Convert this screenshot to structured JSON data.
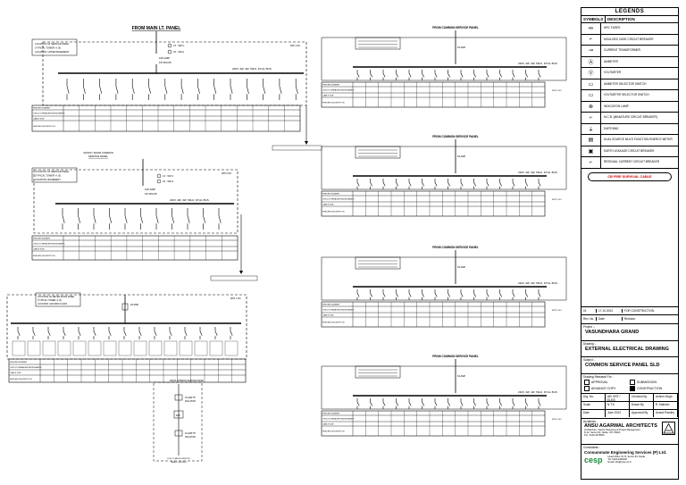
{
  "main_panel": {
    "title": "FROM MAIN LT. PANEL",
    "notes": [
      "LOCATION OF SERVICE PANEL",
      "(TYPICAL TOWER- A, B)",
      "LOCATION: UPPER BASEMENT"
    ],
    "meter_lines": [
      "1X - 500 V",
      "3X - 500 A"
    ],
    "incomer": [
      "100 AMP",
      "FP MCCB"
    ],
    "busbar": "230V, 3Ø, 4W, 50Hz, FP AL BUS",
    "tag": "SPP 1 NO."
  },
  "supply_panel": {
    "title": "SUPPLY FROM COMMON",
    "subtitle": "SERVICE PANEL",
    "notes": [
      "LOCATION OF SERVICE PANEL",
      "(TYPICAL TOWER- A, B)",
      "LOCATION: BASEMENT"
    ],
    "meter_lines": [
      "1X - 500 V",
      "3X - 500 A"
    ],
    "incomer": [
      "125 AMP",
      "FP MCCB"
    ],
    "busbar": "230V, 3Ø, 4W, 50Hz, FP AL BUS",
    "tag": "SPP 2 NO."
  },
  "floor_panel": {
    "notes": [
      "LOCATION OF METER ROOM PANEL",
      "(TYPICAL TOWER- A, B)",
      "LOCATION: GROUND FLOOR"
    ],
    "incomer": "25 AMP",
    "tag": "MTR 1 NO."
  },
  "isolator_stack": {
    "title": "FROM COMMON SERVICE PANEL",
    "upper": [
      "32 AMP TP",
      "ISOLATOR"
    ],
    "meter": "kWh",
    "lower": [
      "32 AMP TP",
      "ISOLATOR"
    ],
    "caption": [
      "FOR COMMON SERVICE",
      "PANEL LIGHTING"
    ]
  },
  "common_panels": [
    {
      "title": "FROM COMMON SERVICE PANEL",
      "busbar": "230V, 3Ø, 4W, 50Hz, FP AL BUS",
      "incomer": "63 AMP"
    },
    {
      "title": "FROM COMMON SERVICE PANEL",
      "busbar": "230V, 3Ø, 4W, 50Hz, FP AL BUS",
      "incomer": "63 AMP"
    },
    {
      "title": "FROM COMMON SERVICE PANEL",
      "busbar": "230V, 3Ø, 4W, 50Hz, FP AL BUS",
      "incomer": "63 AMP"
    },
    {
      "title": "FROM COMMON SERVICE PANEL",
      "busbar": "230V, 3Ø, 4W, 50Hz, FP AL BUS",
      "incomer": "63 AMP"
    }
  ],
  "feeder_row_labels": [
    "FEEDER NUMBER",
    "CIRCUIT BREAKER RATING/AMPS",
    "CABLE SIZE",
    "FEEDER DESCRIPTION"
  ],
  "legend": {
    "title": "LEGENDS",
    "col_symbol": "SYMBOLS",
    "col_desc": "DESCRIPTION",
    "items": [
      {
        "icon": "fuse-icon",
        "glyph": "⏛",
        "label": "HRC FUSES"
      },
      {
        "icon": "mccb-icon",
        "glyph": "⌐",
        "label": "MOULDED CASE CIRCUIT BREAKER"
      },
      {
        "icon": "ct-icon",
        "glyph": "⊸",
        "label": "CURRENT TRANSFORMER"
      },
      {
        "icon": "ammeter-icon",
        "glyph": "Ⓐ",
        "label": "AMMETER"
      },
      {
        "icon": "voltmeter-icon",
        "glyph": "Ⓥ",
        "label": "VOLTMETER"
      },
      {
        "icon": "ammeter-switch-icon",
        "glyph": "▭",
        "label": "AMMETER SELECTOR SWITCH"
      },
      {
        "icon": "voltmeter-switch-icon",
        "glyph": "▭",
        "label": "VOLTMETER SELECTOR SWITCH"
      },
      {
        "icon": "indicator-lamp-icon",
        "glyph": "⊗",
        "label": "INDICATION LAMP"
      },
      {
        "icon": "mcb-icon",
        "glyph": "⌐",
        "label": "M.C.B. (MINIATURE CIRCUIT BREAKER)"
      },
      {
        "icon": "earth-icon",
        "glyph": "⏚",
        "label": "EARTHING"
      },
      {
        "icon": "energy-meter-icon",
        "glyph": "▤",
        "label": "DUAL SOURCE MULTI FUNCTION ENERGY METER"
      },
      {
        "icon": "elcb-icon",
        "glyph": "▣",
        "label": "EARTH LEAKAGE CIRCUIT BREAKER"
      },
      {
        "icon": "rccb-icon",
        "glyph": "⌐",
        "label": "RESIDUAL CURRENT CIRCUIT BREAKER"
      }
    ],
    "fire_note": "CB FIRE SURVIVAL CABLE"
  },
  "title_block": {
    "revisions": [
      {
        "no": "01",
        "date": "17.10.2024",
        "desc": "FOR CONSTRUCTION"
      },
      {
        "no": "Rev. No.",
        "date": "Date",
        "desc": "Revision"
      }
    ],
    "project_label": "Project :-",
    "project": "VASUNDHARA GRAND",
    "drawing_label": "Drawing :-",
    "drawing": "EXTERNAL ELECTRICAL DRAWING",
    "subject_label": "Subject :-",
    "subject": "COMMON SERVICE PANEL SLD",
    "released_label": "Drawing Released For :",
    "release_options": [
      {
        "label": "APPROVAL",
        "checked": false
      },
      {
        "label": "SUBMISSION",
        "checked": false
      },
      {
        "label": "ADVANCE COPY",
        "checked": false
      },
      {
        "label": "CONSTRUCTION",
        "checked": true
      }
    ],
    "drg_no": [
      "Drg. No.",
      "AE/ GRT / ELE/5",
      "Checked By",
      "Ashish Singh"
    ],
    "scale_row": [
      "Scale",
      "N.T.S",
      "Drawn By",
      "R. Mahesh"
    ],
    "date_row": [
      "Date",
      "June 2024",
      "Approved By",
      "Anand Pandey"
    ],
    "architect_label": "Architects :",
    "architect": "ANSU AGARWAL ARCHITECTS",
    "architect_lines": [
      "Architecture, Interior Designing & Project Management",
      "D-12, Sector-63, Noida, U.P. INDIA",
      "PH : 0120-4275500"
    ],
    "consultant_label": "Consultants :",
    "consultant": "Consummate Engineering Services (P) Ltd.",
    "consultant_logo": "cesp",
    "consultant_lines": [
      "Head Office: B-72, Sector-63, Noida",
      "Tel: 0120-4281000",
      "Email: info@cesp.co.in"
    ]
  }
}
